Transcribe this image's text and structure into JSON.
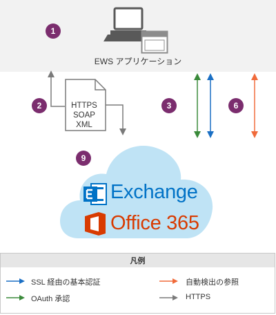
{
  "app": {
    "label": "EWS アプリケーション"
  },
  "document": {
    "lines": [
      "HTTPS",
      "SOAP",
      "XML"
    ]
  },
  "badges": [
    "1",
    "2",
    "3",
    "6",
    "9"
  ],
  "logos": {
    "exchange": "Exchange",
    "office365": "Office 365"
  },
  "legend": {
    "title": "凡例",
    "items": [
      {
        "label": "SSL 経由の基本認証",
        "color": "#1a6fc4"
      },
      {
        "label": "自動検出の参照",
        "color": "#f06a3a"
      },
      {
        "label": "OAuth 承認",
        "color": "#3a8a3a"
      },
      {
        "label": "HTTPS",
        "color": "#7a7a7a"
      }
    ]
  },
  "colors": {
    "badge": "#7b2d6e",
    "cloud": "#bfe3f5",
    "basic_auth": "#1a6fc4",
    "oauth": "#3a8a3a",
    "autodiscover": "#f06a3a",
    "https": "#7a7a7a"
  },
  "icons": [
    "computer-icon",
    "window-icon",
    "document-icon",
    "cloud-icon",
    "exchange-logo-icon",
    "office-logo-icon"
  ]
}
